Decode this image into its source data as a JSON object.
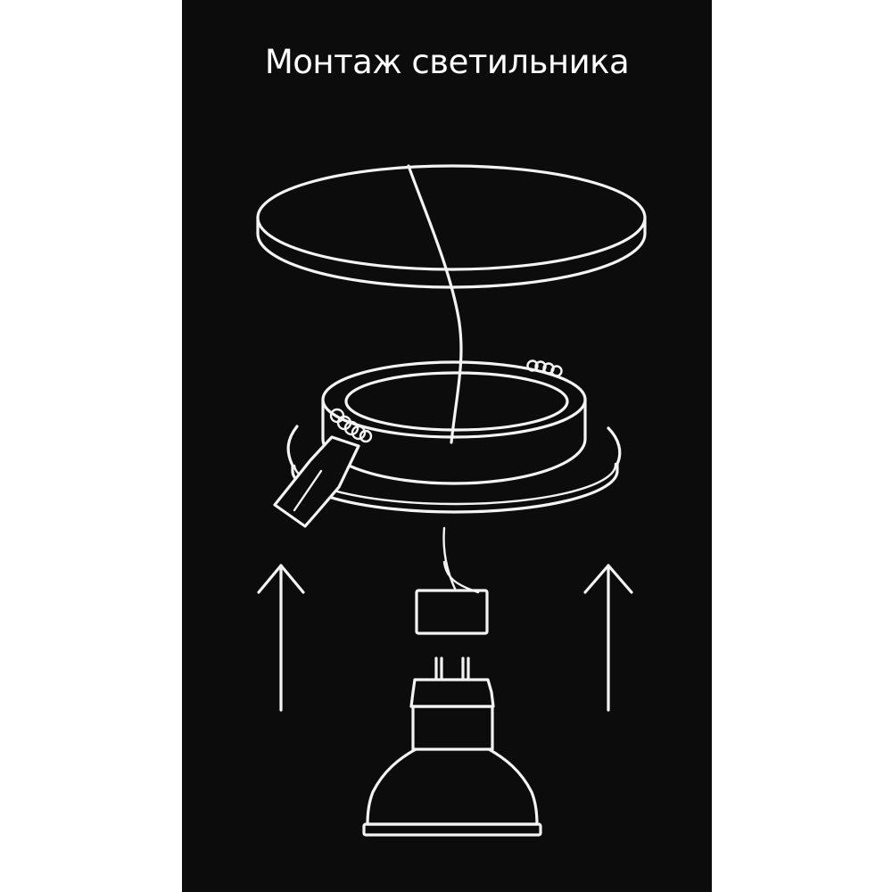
{
  "title": "Монтаж светильника",
  "colors": {
    "background": "#0c0c0c",
    "line": "#f4f4f4",
    "page": "#ffffff"
  },
  "icons": [
    "lid-disc",
    "mounting-ring",
    "spring-clip",
    "connector-block",
    "gu10-lamp",
    "up-arrow"
  ]
}
